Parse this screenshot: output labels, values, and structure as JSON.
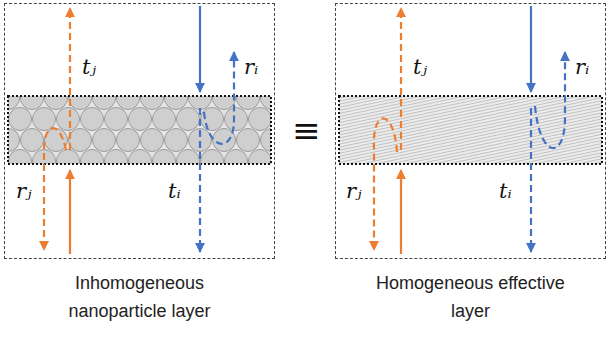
{
  "diagram": {
    "nodes": [
      {
        "text": [
          "Inhomogeneous nanoparticle layer"
        ]
      },
      {
        "text": [
          "Homogeneous effective layer"
        ]
      }
    ],
    "labels": [
      "tⱼ",
      "rⱼ",
      "tᵢ",
      "rᵢ",
      "≡",
      "tⱼ",
      "rⱼ",
      "tᵢ",
      "rᵢ"
    ]
  }
}
